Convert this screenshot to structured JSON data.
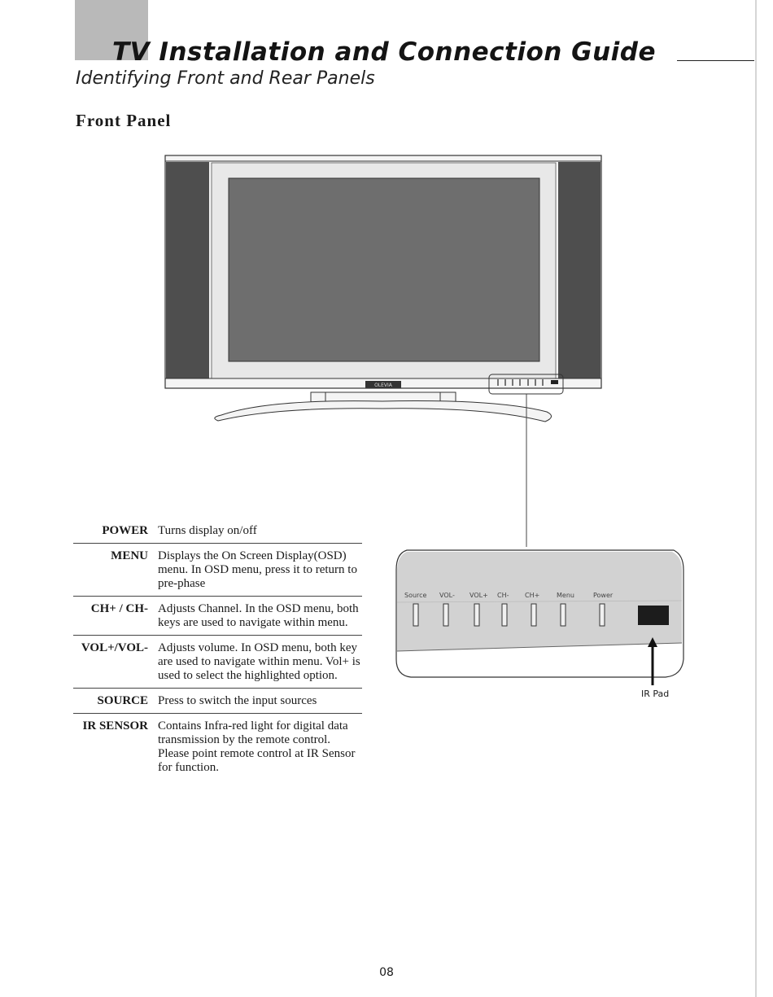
{
  "header": {
    "title": "TV Installation and Connection Guide",
    "subtitle": "Identifying Front and Rear Panels"
  },
  "section_title": "Front Panel",
  "tv": {
    "brand": "OLEVIA"
  },
  "panel_closeup": {
    "button_labels": [
      "Source",
      "VOL-",
      "VOL+",
      "CH-",
      "CH+",
      "Menu",
      "Power"
    ],
    "ir_label": "IR Pad"
  },
  "controls": [
    {
      "key": "POWER",
      "desc": "Turns display on/off"
    },
    {
      "key": "MENU",
      "desc": "Displays the On Screen Display(OSD) menu. In OSD menu, press it to return to pre-phase"
    },
    {
      "key": "CH+ / CH-",
      "desc": "Adjusts Channel. In the OSD menu, both keys are used to navigate within menu."
    },
    {
      "key": "VOL+/VOL-",
      "desc": "Adjusts volume. In OSD menu, both key are used to navigate within menu. Vol+ is used to select the highlighted option."
    },
    {
      "key": "SOURCE",
      "desc": "Press to switch the input sources"
    },
    {
      "key": "IR SENSOR",
      "desc": "Contains Infra-red light for digital data transmission by the remote control. Please point remote control at IR Sensor for function."
    }
  ],
  "page_number": "08"
}
